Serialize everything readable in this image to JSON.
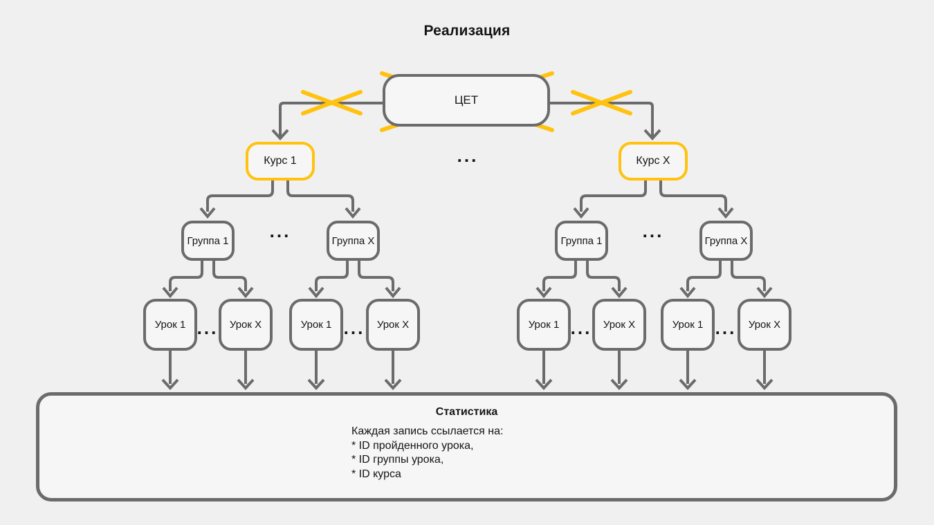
{
  "title": "Реализация",
  "ellipsis": "...",
  "colors": {
    "background": "#f0f0f0",
    "node_fill": "#f6f6f6",
    "border_gray": "#6b6b6b",
    "accent_yellow": "#ffc20e",
    "text": "#141414"
  },
  "nodes": {
    "root": "ЦЕТ",
    "course_1": "Курс 1",
    "course_x": "Курс X",
    "group_1": "Группа 1",
    "group_x": "Группа X",
    "lesson_1": "Урок 1",
    "lesson_x": "Урок X"
  },
  "stats": {
    "title": "Статистика",
    "intro": "Каждая запись ссылается на:",
    "items": [
      "* ID пройденного урока,",
      "* ID группы урока,",
      "* ID курса"
    ]
  }
}
